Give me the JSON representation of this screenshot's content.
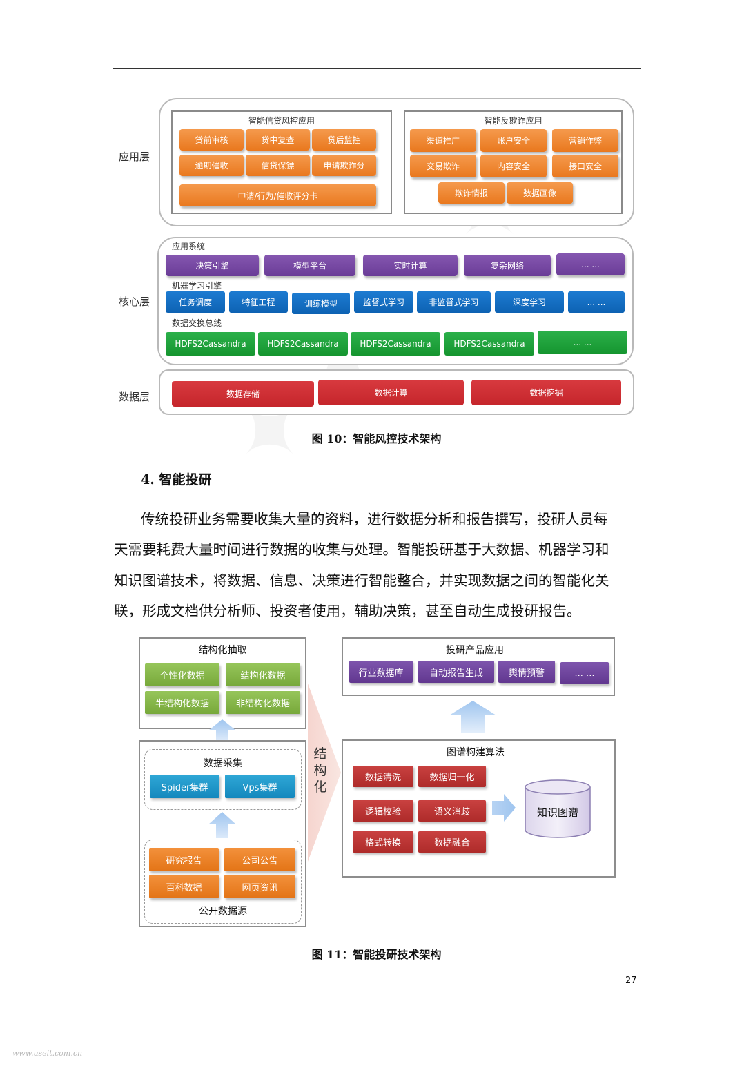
{
  "figure10": {
    "layers": {
      "app": "应用层",
      "core": "核心层",
      "data": "数据层"
    },
    "credit": {
      "title": "智能信贷风控应用",
      "items": [
        "贷前审核",
        "贷中复查",
        "贷后监控",
        "逾期催收",
        "信贷保镖",
        "申请欺诈分",
        "申请/行为/催收评分卡"
      ]
    },
    "antifraud": {
      "title": "智能反欺诈应用",
      "items": [
        "渠道推广",
        "账户安全",
        "营销作弊",
        "交易欺诈",
        "内容安全",
        "接口安全",
        "欺诈情报",
        "数据画像"
      ]
    },
    "app_system": {
      "title": "应用系统",
      "items": [
        "决策引擎",
        "模型平台",
        "实时计算",
        "复杂网络",
        "... ..."
      ]
    },
    "ml_engine": {
      "title": "机器学习引擎",
      "items": [
        "任务调度",
        "特征工程",
        "训练模型",
        "监督式学习",
        "非监督式学习",
        "深度学习",
        "... ..."
      ]
    },
    "data_bus": {
      "title": "数据交换总线",
      "items": [
        "HDFS2Cassandra",
        "HDFS2Cassandra",
        "HDFS2Cassandra",
        "HDFS2Cassandra",
        "... ..."
      ]
    },
    "data_layer": {
      "items": [
        "数据存储",
        "数据计算",
        "数据挖掘"
      ]
    },
    "caption": "图 10：智能风控技术架构"
  },
  "section": {
    "heading": "4.  智能投研",
    "lines": [
      "传统投研业务需要收集大量的资料，进行数据分析和报告撰写，投研人员每",
      "天需要耗费大量时间进行数据的收集与处理。智能投研基于大数据、机器学习和",
      "知识图谱技术，将数据、信息、决策进行智能整合，并实现数据之间的智能化关",
      "联，形成文档供分析师、投资者使用，辅助决策，甚至自动生成投研报告。"
    ]
  },
  "figure11": {
    "structured": {
      "title": "结构化抽取",
      "items": [
        "个性化数据",
        "结构化数据",
        "半结构化数据",
        "非结构化数据"
      ]
    },
    "collection": {
      "title": "数据采集",
      "items": [
        "Spider集群",
        "Vps集群"
      ]
    },
    "sources": {
      "title": "公开数据源",
      "items": [
        "研究报告",
        "公司公告",
        "百科数据",
        "网页资讯"
      ]
    },
    "arrow_label": [
      "结",
      "构",
      "化"
    ],
    "products": {
      "title": "投研产品应用",
      "items": [
        "行业数据库",
        "自动报告生成",
        "舆情预警",
        "... ..."
      ]
    },
    "graph_algo": {
      "title": "图谱构建算法",
      "items": [
        "数据清洗",
        "数据归一化",
        "逻辑校验",
        "语义消歧",
        "格式转换",
        "数据融合"
      ],
      "kg": "知识图谱"
    },
    "caption": "图 11：智能投研技术架构"
  },
  "page_number": "27",
  "site_mark": "www.useit.com.cn",
  "colors": {
    "orange": "#ee8a35",
    "purple": "#7347a2",
    "blue": "#136dc2",
    "green": "#1fa33d",
    "red": "#d0302f",
    "light_green": "#88b74b",
    "cyan": "#219ac9"
  }
}
